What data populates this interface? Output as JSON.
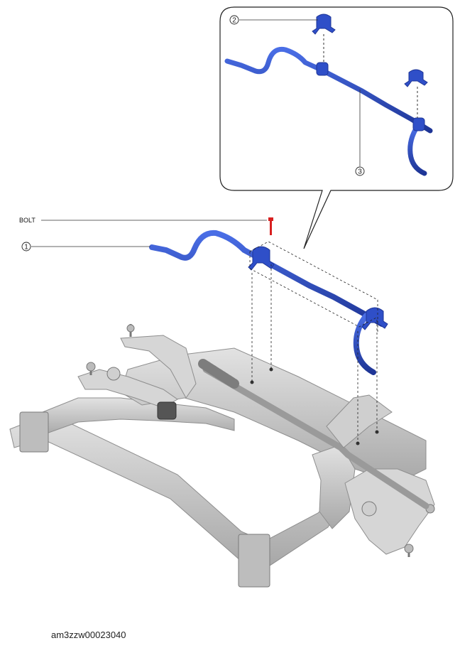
{
  "callouts": {
    "item1": "1",
    "item2": "2",
    "item3": "3"
  },
  "labels": {
    "bolt": "BOLT"
  },
  "figure_code": "am3zzw00023040",
  "colors": {
    "stabilizer_bar": "#2f4fc8",
    "stabilizer_bar_dark": "#1e3596",
    "bolt": "#d82020",
    "subframe": "#c9c9c9",
    "subframe_dark": "#8e8e8e"
  },
  "icons": {
    "item_marker": "circled-number-icon"
  }
}
